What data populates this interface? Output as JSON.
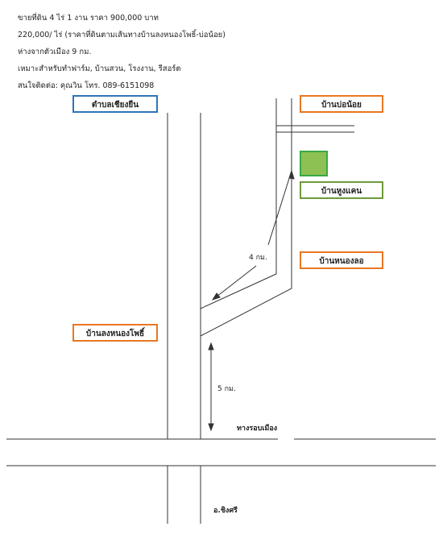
{
  "info": {
    "lines": [
      "ขายที่ดิน 4 ไร่ 1 งาน  ราคา 900,000 บาท",
      "220,000/ ไร่ (ราคาที่ดินตามเส้นทางบ้านลงหนองโพธิ์-บ่อน้อย)",
      "ห่างจากตัวเมือง 9 กม.",
      "เหมาะสำหรับทำฟาร์ม, บ้านสวน, โรงงาน, รีสอร์ต",
      "สนใจติดต่อ:  คุณวิน โทร. 089-6151098"
    ]
  },
  "labels": {
    "chiang_yuen": "ตำบลเชียงยืน",
    "bo_noi": "บ้านบ่อน้อย",
    "hung_khen": "บ้านหูงแคน",
    "nong_lao": "บ้านหนองลอ",
    "long_nong_pho": "บ้านลงหนองโพธิ์"
  },
  "annotations": {
    "dist_4km": "4 กม.",
    "dist_5km": "5 กม.",
    "bypass": "ทางรอบเมือง",
    "district": "อ.ชิงศรี"
  },
  "colors": {
    "road": "#333333",
    "plot_fill": "#8dc153",
    "plot_border": "#3aa845",
    "label_blue": "#2e75b6",
    "label_orange": "#e87722",
    "label_green": "#6f9a3a"
  }
}
